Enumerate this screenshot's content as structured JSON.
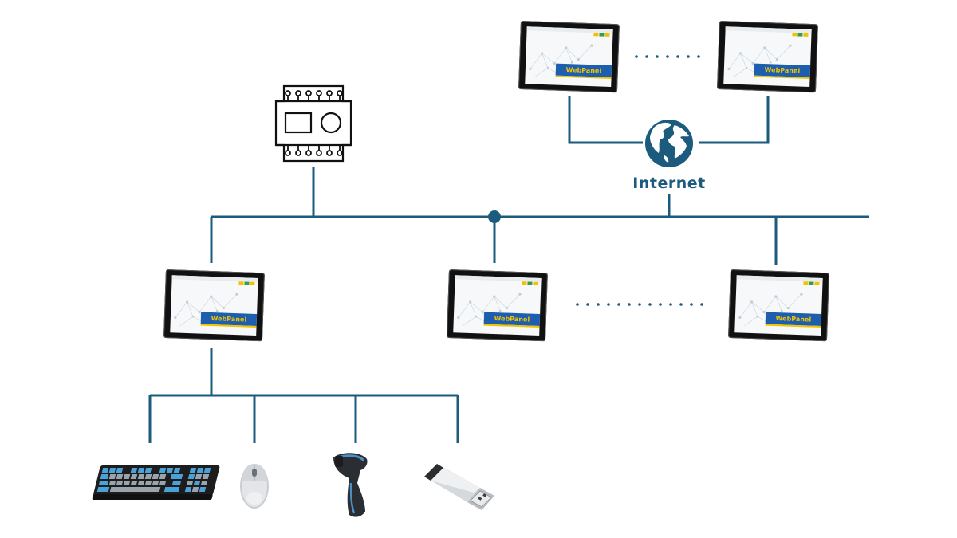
{
  "colors": {
    "wire": "#1b5b7e",
    "panel_bezel": "#111111",
    "panel_banner": "#1d5fae",
    "panel_label": "#f2c200"
  },
  "internet": {
    "label": "Internet",
    "icon": "globe-icon"
  },
  "controller": {
    "icon": "din-rail-controller-icon"
  },
  "webpanel": {
    "label": "WebPanel"
  },
  "peripherals": [
    {
      "name": "keyboard",
      "icon": "keyboard-icon"
    },
    {
      "name": "mouse",
      "icon": "mouse-icon"
    },
    {
      "name": "barcode-scanner",
      "icon": "barcode-scanner-icon"
    },
    {
      "name": "usb-stick",
      "icon": "usb-stick-icon"
    }
  ]
}
